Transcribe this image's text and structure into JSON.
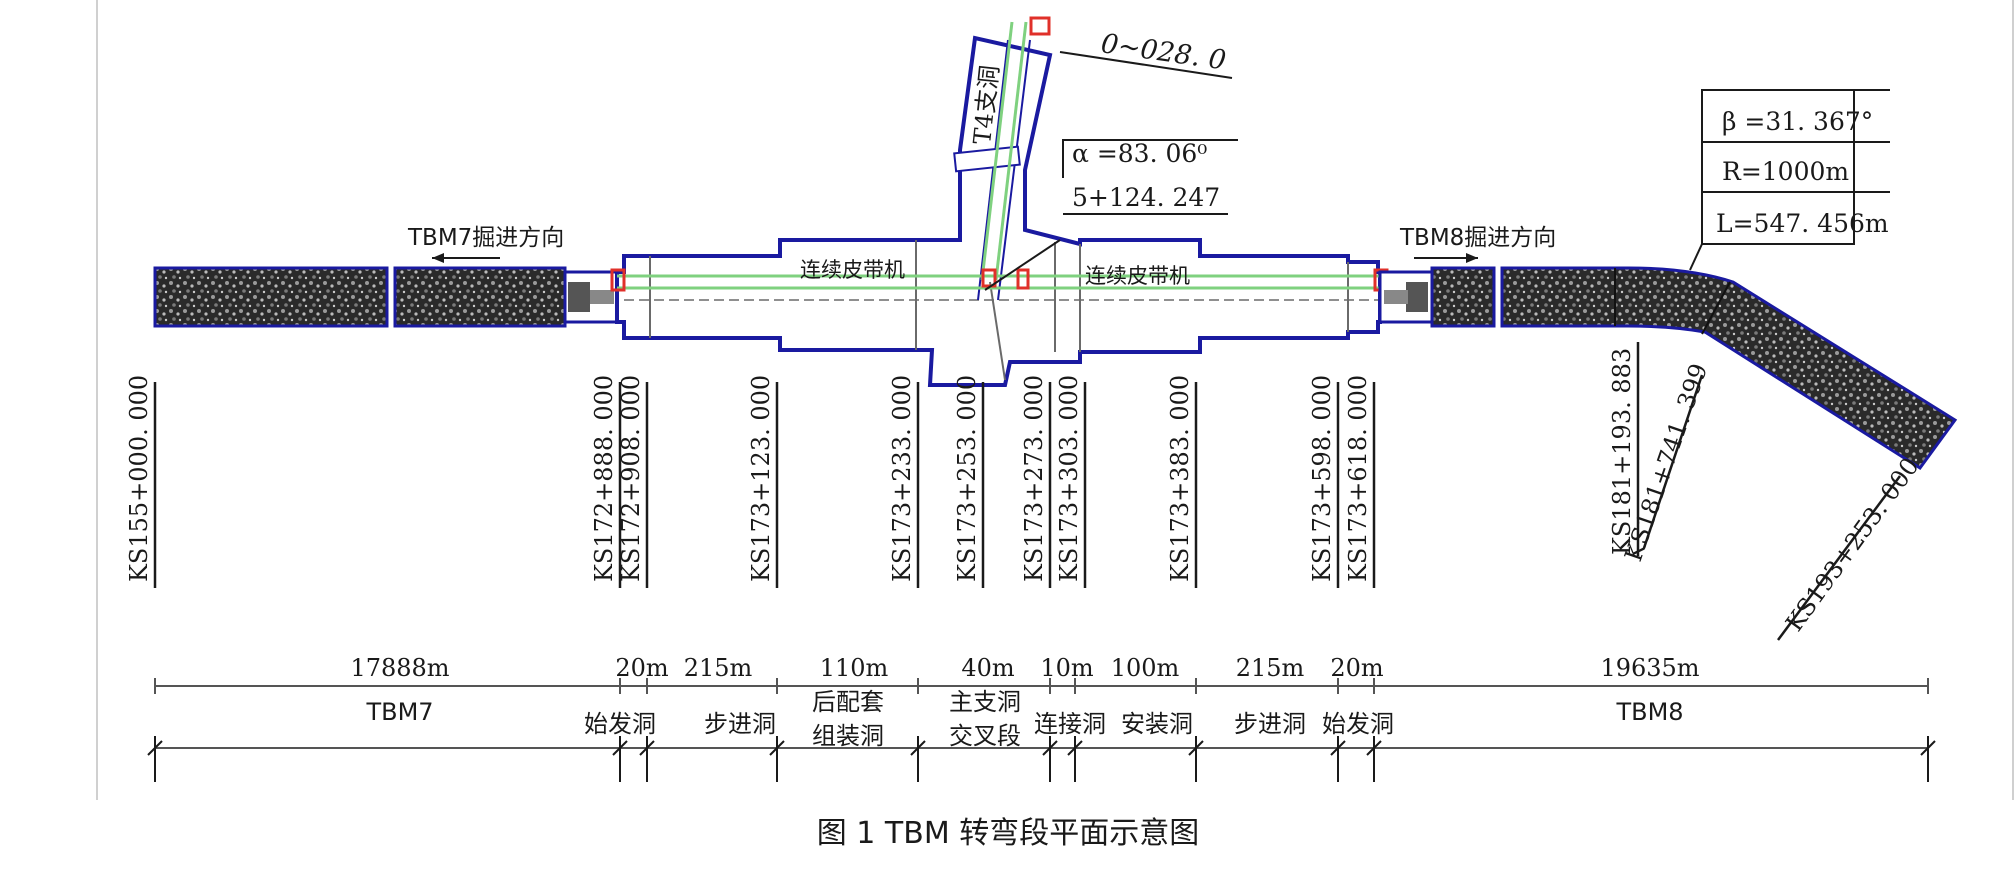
{
  "caption": "图 1  TBM 转弯段平面示意图",
  "directions": {
    "tbm7": "TBM7掘进方向",
    "tbm8": "TBM8掘进方向"
  },
  "belt_labels": {
    "left": "连续皮带机",
    "right": "连续皮带机"
  },
  "branch_label": "T4支洞",
  "branch_chainage": "0~028. 0",
  "alpha": {
    "angle": "α =83. 06⁰",
    "chainage": "5+124. 247"
  },
  "curve": {
    "beta": "β =31. 367°",
    "radius": "R=1000m",
    "length": "L=547. 456m"
  },
  "chainages": [
    "KS155+000. 000",
    "KS172+888. 000",
    "KS172+908. 000",
    "KS173+123. 000",
    "KS173+233. 000",
    "KS173+253. 000",
    "KS173+273. 000",
    "KS173+303. 000",
    "KS173+383. 000",
    "KS173+598. 000",
    "KS173+618. 000",
    "KS181+193. 883",
    "KS181+741. 399",
    "KS193+253. 000"
  ],
  "segments": [
    {
      "length": "17888m",
      "name": [
        "TBM7"
      ]
    },
    {
      "length": "20m",
      "name": [
        "始发洞"
      ]
    },
    {
      "length": "215m",
      "name": [
        "步进洞"
      ]
    },
    {
      "length": "110m",
      "name": [
        "后配套",
        "组装洞"
      ]
    },
    {
      "length": "40m",
      "name": [
        "主支洞",
        "交叉段"
      ]
    },
    {
      "length": "10m",
      "name": [
        "连接洞"
      ]
    },
    {
      "length": "100m",
      "name": [
        "安装洞"
      ]
    },
    {
      "length": "215m",
      "name": [
        "步进洞"
      ]
    },
    {
      "length": "20m",
      "name": [
        "始发洞"
      ]
    },
    {
      "length": "19635m",
      "name": [
        "TBM8"
      ]
    }
  ],
  "colors": {
    "outline": "#1a1aa0",
    "rail": "#7fd17f",
    "marker": "#e0302a",
    "line": "#1a1a1a"
  }
}
